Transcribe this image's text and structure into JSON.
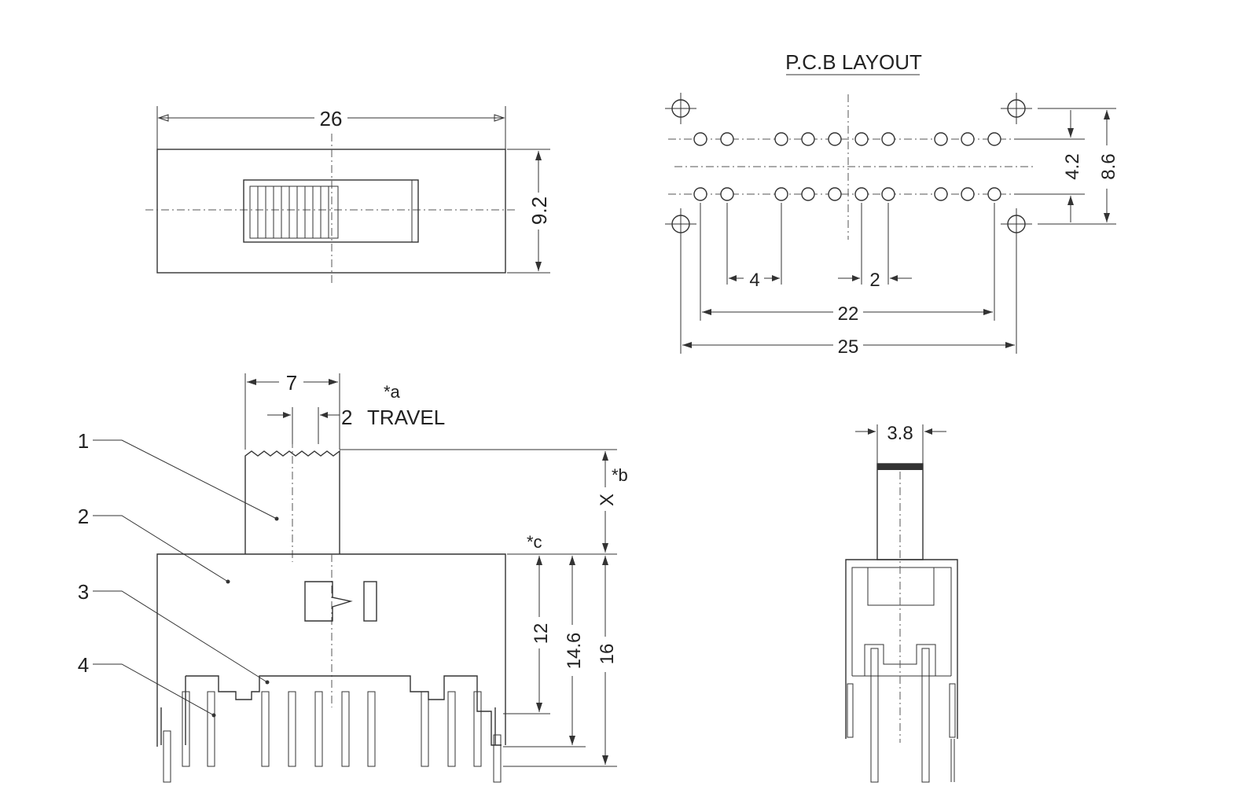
{
  "pcb_layout": {
    "title": "P.C.B LAYOUT",
    "dim_4_2": "4.2",
    "dim_8_6": "8.6",
    "dim_4": "4",
    "dim_2": "2",
    "dim_22": "22",
    "dim_25": "25"
  },
  "top_view": {
    "dim_width": "26",
    "dim_height": "9.2"
  },
  "side_view": {
    "dim_actuator": "7",
    "note_a": "*a",
    "travel_value": "2",
    "travel_label": "TRAVEL",
    "note_b": "*b",
    "dim_x": "X",
    "note_c": "*c",
    "dim_12": "12",
    "dim_14_6": "14.6",
    "dim_16": "16",
    "callouts": [
      "1",
      "2",
      "3",
      "4"
    ]
  },
  "end_view": {
    "dim_width": "3.8"
  }
}
